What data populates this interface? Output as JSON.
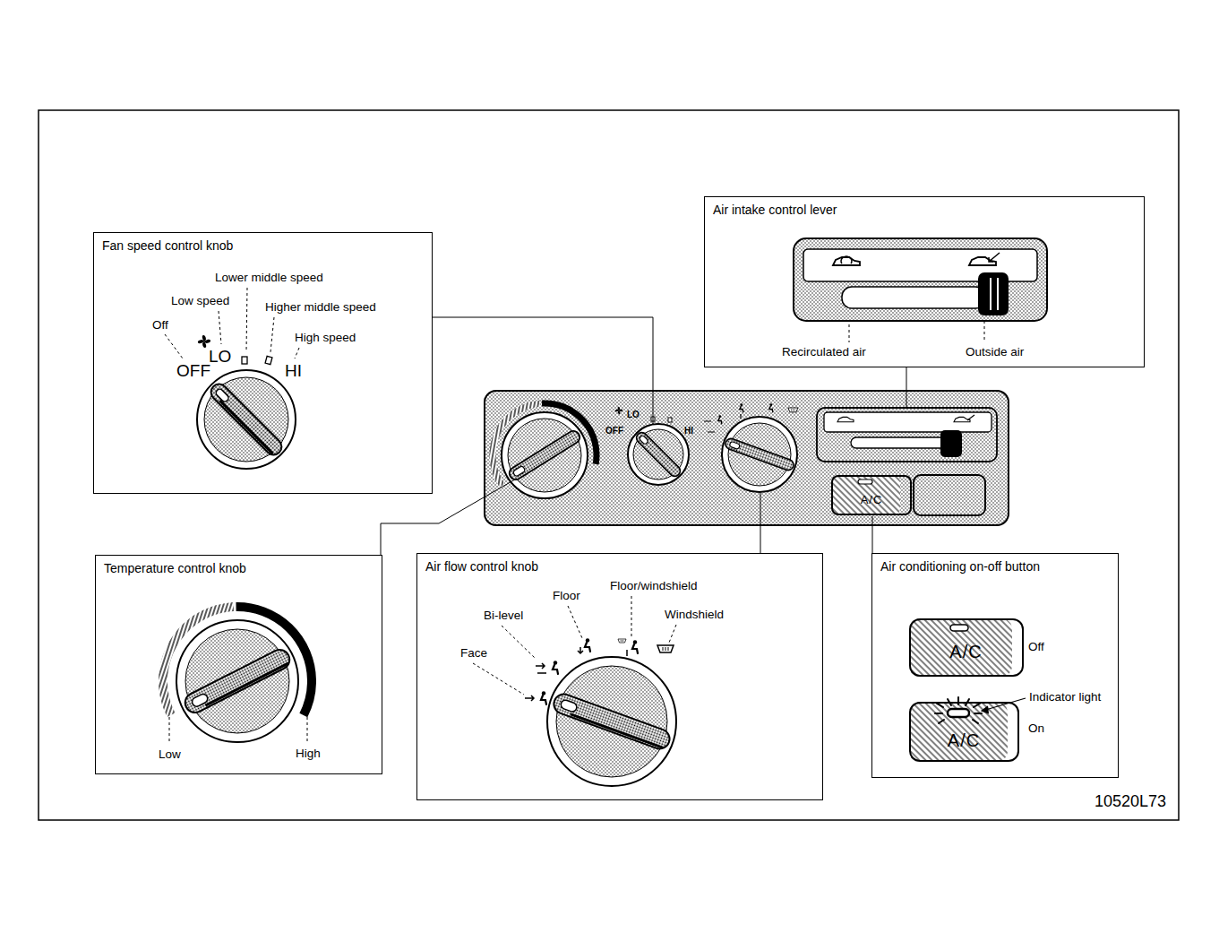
{
  "diagram": {
    "nodes": [
      {
        "text": [
          "Fan speed control knob"
        ]
      },
      {
        "text": [
          "Air intake control lever"
        ]
      },
      {
        "text": [
          "OFF",
          "LO",
          "HI"
        ]
      },
      {
        "text": [
          "A/C"
        ],
        "in": 2
      },
      {
        "text": [
          "Temperature control knob"
        ]
      },
      {
        "text": [
          "Air flow control knob"
        ]
      },
      {
        "text": [
          "Air conditioning on-off button"
        ]
      },
      {
        "text": [
          "A/C"
        ],
        "in": 6
      },
      {
        "text": [
          "A/C"
        ],
        "in": 6
      }
    ],
    "edges": [
      {
        "from": 0,
        "to": 2,
        "arrow": "none"
      },
      {
        "from": 1,
        "to": 2,
        "arrow": "none"
      },
      {
        "from": 4,
        "to": 2,
        "arrow": "none"
      },
      {
        "from": 5,
        "to": 2,
        "arrow": "none"
      },
      {
        "from": 6,
        "to": 2,
        "arrow": "none"
      }
    ],
    "labels": [
      "Lower middle speed",
      "Low speed",
      "Off",
      "Higher middle speed",
      "High speed",
      "OFF",
      "LO",
      "HI",
      "Recirculated air",
      "Outside air",
      "Low",
      "High",
      "Face",
      "Bi-level",
      "Floor",
      "Floor/windshield",
      "Windshield",
      "Off",
      "Indicator light",
      "On",
      "10520L73"
    ]
  }
}
